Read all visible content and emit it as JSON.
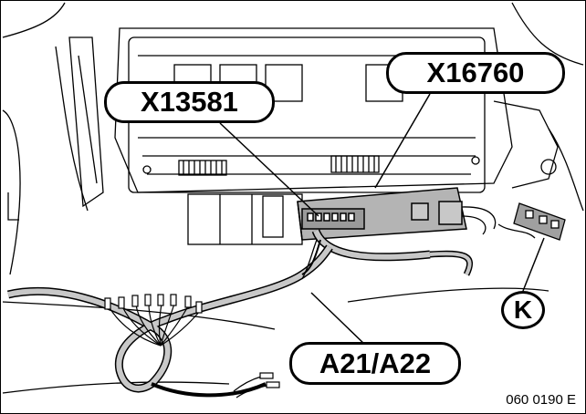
{
  "labels": {
    "x13581": "X13581",
    "x16760": "X16760",
    "a21_a22": "A21/A22",
    "k": "K"
  },
  "figure_number": "060 0190 E",
  "colors": {
    "line": "#000000",
    "cable_fill": "#c8c8c8",
    "module_fill": "#b4b4b4",
    "connector_fill": "#a0a0a0",
    "background": "#ffffff"
  }
}
